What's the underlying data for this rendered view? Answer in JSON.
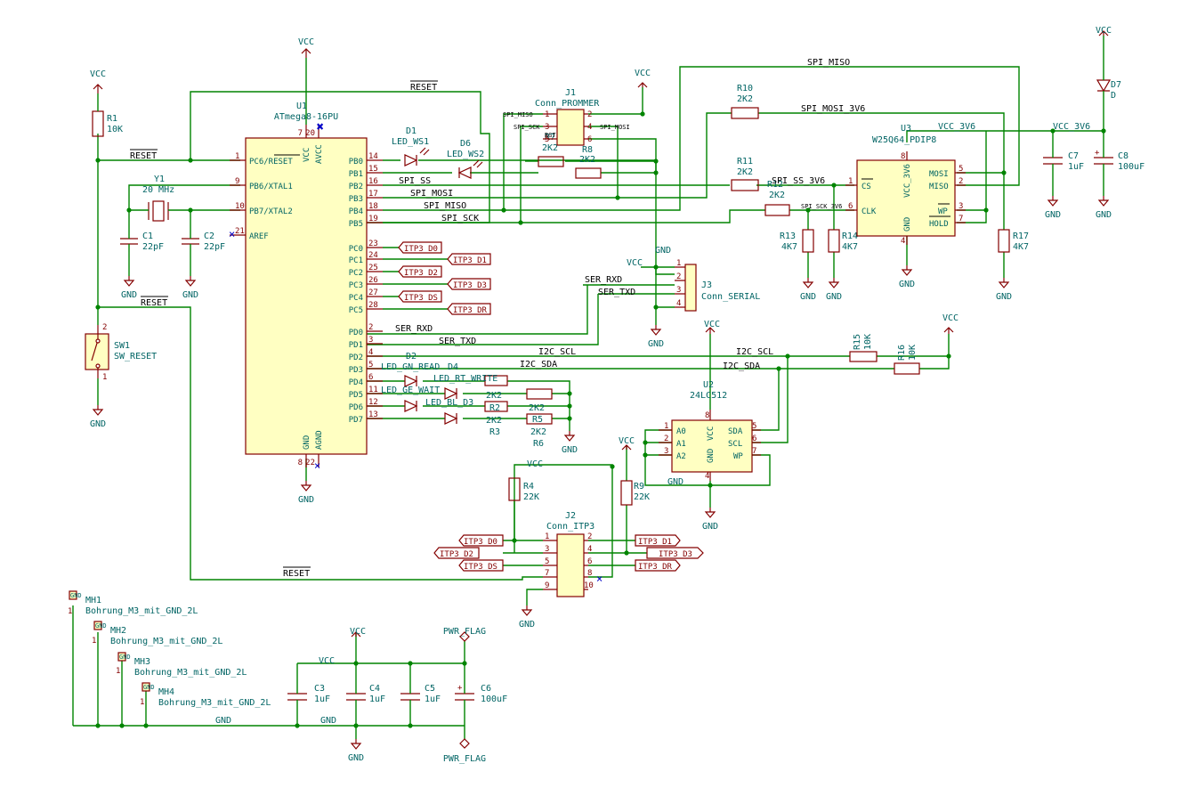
{
  "power": {
    "vcc": "VCC",
    "gnd": "GND",
    "vcc_3v6": "VCC_3V6",
    "pwr_flag": "PWR_FLAG"
  },
  "u1": {
    "ref": "U1",
    "value": "ATmega8-16PU",
    "left_pins": [
      {
        "num": "1",
        "name": "PC6/RESET"
      },
      {
        "num": "9",
        "name": "PB6/XTAL1"
      },
      {
        "num": "10",
        "name": "PB7/XTAL2"
      },
      {
        "num": "21",
        "name": "AREF"
      }
    ],
    "right_pins": [
      {
        "num": "14",
        "name": "PB0"
      },
      {
        "num": "15",
        "name": "PB1"
      },
      {
        "num": "16",
        "name": "PB2"
      },
      {
        "num": "17",
        "name": "PB3"
      },
      {
        "num": "18",
        "name": "PB4"
      },
      {
        "num": "19",
        "name": "PB5"
      },
      {
        "num": "23",
        "name": "PC0"
      },
      {
        "num": "24",
        "name": "PC1"
      },
      {
        "num": "25",
        "name": "PC2"
      },
      {
        "num": "26",
        "name": "PC3"
      },
      {
        "num": "27",
        "name": "PC4"
      },
      {
        "num": "28",
        "name": "PC5"
      },
      {
        "num": "2",
        "name": "PD0"
      },
      {
        "num": "3",
        "name": "PD1"
      },
      {
        "num": "4",
        "name": "PD2"
      },
      {
        "num": "5",
        "name": "PD3"
      },
      {
        "num": "6",
        "name": "PD4"
      },
      {
        "num": "11",
        "name": "PD5"
      },
      {
        "num": "12",
        "name": "PD6"
      },
      {
        "num": "13",
        "name": "PD7"
      }
    ],
    "top_pins": [
      {
        "num": "7",
        "name": "VCC"
      },
      {
        "num": "20",
        "name": "AVCC"
      }
    ],
    "bottom_pins": [
      {
        "num": "8",
        "name": "GND"
      },
      {
        "num": "22",
        "name": "AGND"
      }
    ]
  },
  "nets": {
    "reset": "RESET",
    "spi_miso": "SPI_MISO",
    "spi_mosi": "SPI_MOSI",
    "spi_sck": "SPI_SCK",
    "spi_ss": "SPI_SS",
    "spi_mosi_3v6": "SPI_MOSI_3V6",
    "spi_ss_3v6": "SPI_SS_3V6",
    "spi_sck_3v6": "SPI_SCK_3V6",
    "ser_rxd": "SER_RXD",
    "ser_txd": "SER_TXD",
    "i2c_scl": "I2C_SCL",
    "i2c_sda": "I2C_SDA",
    "pin_spi_miso": "SPI_MISO",
    "pin_spi_sck": "SPI_SCK",
    "pin_spi_mosi": "SPI_MOSI",
    "pin_rst": "RST"
  },
  "labels": {
    "itp3_d0": "ITP3_D0",
    "itp3_d1": "ITP3_D1",
    "itp3_d2": "ITP3_D2",
    "itp3_d3": "ITP3_D3",
    "itp3_ds": "ITP3_DS",
    "itp3_dr": "ITP3_DR"
  },
  "parts": {
    "r1": {
      "ref": "R1",
      "value": "10K"
    },
    "y1": {
      "ref": "Y1",
      "value": "20 MHz"
    },
    "c1": {
      "ref": "C1",
      "value": "22pF"
    },
    "c2": {
      "ref": "C2",
      "value": "22pF"
    },
    "sw1": {
      "ref": "SW1",
      "value": "SW_RESET"
    },
    "d1": {
      "ref": "D1",
      "value": "LED_WS1"
    },
    "d6": {
      "ref": "D6",
      "value": "LED_WS2"
    },
    "d2": {
      "ref": "D2",
      "value": "LED_GN_READ"
    },
    "d4": {
      "ref": "D4",
      "value": "LED_RT_WRITE"
    },
    "d5": {
      "ref": "LED_GE_WAIT"
    },
    "d3": {
      "ref": "LED_BL_D3"
    },
    "r7": {
      "ref": "R7",
      "value": "2K2"
    },
    "r8": {
      "ref": "R8",
      "value": "2K2"
    },
    "r2": {
      "ref": "R2",
      "value": "2K2"
    },
    "r3": {
      "ref": "R3",
      "value": "2K2"
    },
    "r5": {
      "ref": "R5",
      "value": "2K2"
    },
    "r6": {
      "ref": "R6",
      "value": "2K2"
    },
    "r4": {
      "ref": "R4",
      "value": "22K"
    },
    "r9": {
      "ref": "R9",
      "value": "22K"
    },
    "r10": {
      "ref": "R10",
      "value": "2K2"
    },
    "r11": {
      "ref": "R11",
      "value": "2K2"
    },
    "r12": {
      "ref": "R12",
      "value": "2K2"
    },
    "r13": {
      "ref": "R13",
      "value": "4K7"
    },
    "r14": {
      "ref": "R14",
      "value": "4K7"
    },
    "r15": {
      "ref": "R15",
      "value": "10K"
    },
    "r16": {
      "ref": "R16",
      "value": "10K"
    },
    "r17": {
      "ref": "R17",
      "value": "4K7"
    },
    "j1": {
      "ref": "J1",
      "value": "Conn_PROMMER"
    },
    "j2": {
      "ref": "J2",
      "value": "Conn_ITP3"
    },
    "j3": {
      "ref": "J3",
      "value": "Conn_SERIAL"
    },
    "u2": {
      "ref": "U2",
      "value": "24LC512"
    },
    "u3": {
      "ref": "U3",
      "value": "W25Q64_PDIP8"
    },
    "d7": {
      "ref": "D7",
      "value": "D"
    },
    "c3": {
      "ref": "C3",
      "value": "1uF"
    },
    "c4": {
      "ref": "C4",
      "value": "1uF"
    },
    "c5": {
      "ref": "C5",
      "value": "1uF"
    },
    "c6": {
      "ref": "C6",
      "value": "100uF"
    },
    "c7": {
      "ref": "C7",
      "value": "1uF"
    },
    "c8": {
      "ref": "C8",
      "value": "100uF"
    },
    "mh1": {
      "ref": "MH1",
      "value": "Bohrung_M3_mit_GND_2L"
    },
    "mh2": {
      "ref": "MH2",
      "value": "Bohrung_M3_mit_GND_2L"
    },
    "mh3": {
      "ref": "MH3",
      "value": "Bohrung_M3_mit_GND_2L"
    },
    "mh4": {
      "ref": "MH4",
      "value": "Bohrung_M3_mit_GND_2L"
    }
  },
  "u2pins": {
    "a0": "A0",
    "a1": "A1",
    "a2": "A2",
    "vcc": "VCC",
    "gnd": "GND",
    "sda": "SDA",
    "scl": "SCL",
    "wp": "WP"
  },
  "u3pins": {
    "cs": "CS",
    "clk": "CLK",
    "mosi": "MOSI",
    "miso": "MISO",
    "wp": "WP",
    "hold": "HOLD",
    "vcc": "VCC_3V6",
    "gnd": "GND"
  },
  "mh_mark": "GND"
}
